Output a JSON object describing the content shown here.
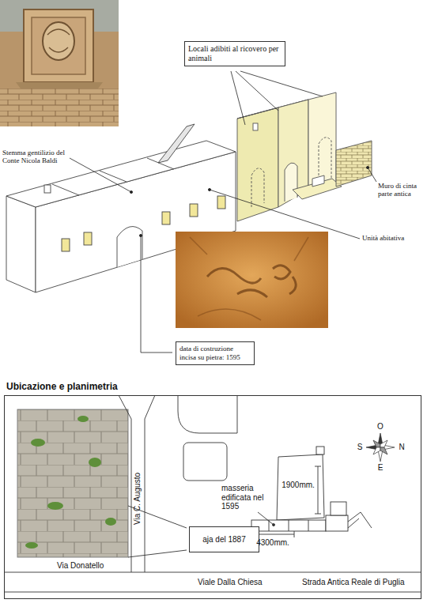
{
  "diagram": {
    "nodes": [
      {
        "text": [
          "Locali adibiti al ricovero per animali"
        ]
      },
      {
        "text": [
          "data di costruzione incisa su pietra: 1595"
        ]
      },
      {
        "text": [
          "Ubicazione e planimetria"
        ]
      },
      {
        "text": [
          "aja del 1887"
        ],
        "in": 2
      }
    ],
    "labels": [
      "Stemma gentilizio del Conte Nicola Baldi",
      "Muro di cinta parte antica",
      "Unità abitativa",
      "O",
      "N",
      "S",
      "E",
      "1900mm.",
      "masseria edificata nel 1595",
      "4300mm.",
      "Via C. Augusto",
      "Via Donatello",
      "Viale Dalla Chiesa",
      "Strada Antica Reale di Puglia"
    ]
  }
}
